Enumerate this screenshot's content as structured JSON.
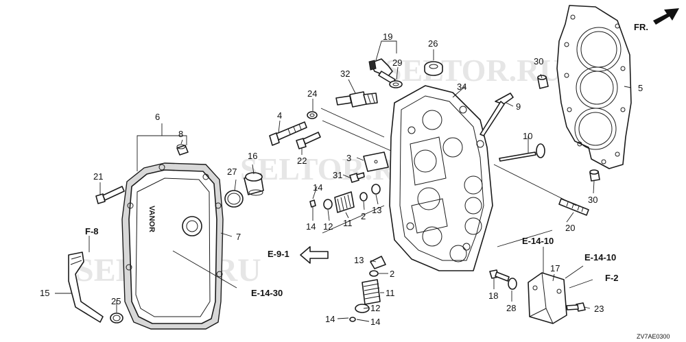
{
  "orientation_label": "FR.",
  "part_numbers": {
    "p2a": "2",
    "p2b": "2",
    "p3": "3",
    "p4": "4",
    "p5": "5",
    "p6": "6",
    "p7": "7",
    "p8": "8",
    "p9": "9",
    "p10": "10",
    "p11a": "11",
    "p11b": "11",
    "p12a": "12",
    "p12b": "12",
    "p13a": "13",
    "p13b": "13",
    "p14a": "14",
    "p14b": "14",
    "p14c": "14",
    "p14d": "14",
    "p15": "15",
    "p16": "16",
    "p17": "17",
    "p18": "18",
    "p19": "19",
    "p20": "20",
    "p21": "21",
    "p22": "22",
    "p23": "23",
    "p24": "24",
    "p25": "25",
    "p26": "26",
    "p27": "27",
    "p28": "28",
    "p29": "29",
    "p30a": "30",
    "p30b": "30",
    "p31": "31",
    "p32": "32",
    "p34": "34"
  },
  "references": {
    "f8": "F-8",
    "e91": "E-9-1",
    "e1430": "E-14-30",
    "e1410a": "E-14-10",
    "e1410b": "E-14-10",
    "f2": "F-2"
  },
  "cover_text": "VANOR",
  "diagram_code": "ZV7AE0300",
  "watermarks": [
    "SELTOR.RU",
    "SELTOR.RU",
    "SELTOR.RU"
  ],
  "colors": {
    "line": "#1a1a1a",
    "watermark": "#d6d6d6",
    "background": "#ffffff"
  }
}
